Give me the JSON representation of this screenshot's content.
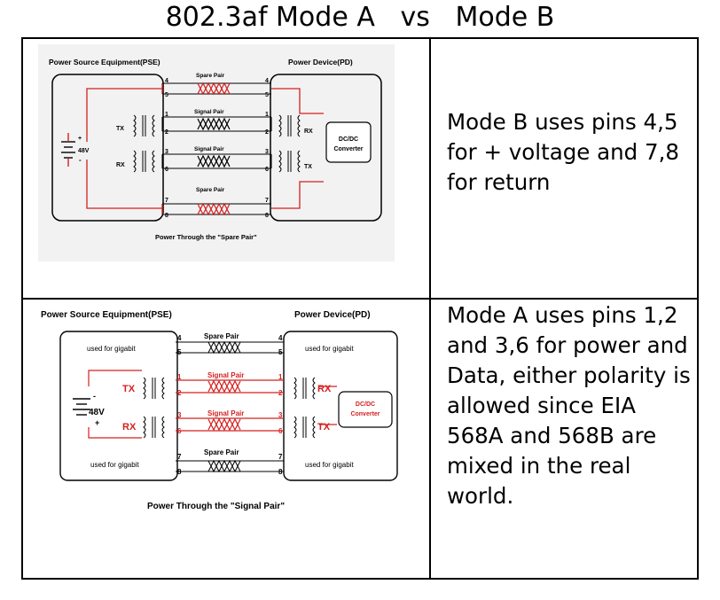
{
  "title": "802.3af Mode A   vs   Mode B",
  "mode_b": {
    "description": "Mode B uses pins 4,5 for + voltage and 7,8 for return",
    "diagram": {
      "pse_label": "Power Source Equipment(PSE)",
      "pd_label": "Power Device(PD)",
      "voltage": "48V",
      "plus": "+",
      "minus": "-",
      "tx_left": "TX",
      "rx_left": "RX",
      "rx_right": "RX",
      "tx_right": "TX",
      "converter_line1": "DC/DC",
      "converter_line2": "Converter",
      "pair_top": "Spare Pair",
      "pair_2": "Signal Pair",
      "pair_3": "Signal Pair",
      "pair_bottom": "Spare Pair",
      "caption": "Power Through the \"Spare Pair\"",
      "pins": [
        "4",
        "5",
        "1",
        "2",
        "3",
        "6",
        "7",
        "8"
      ]
    }
  },
  "mode_a": {
    "description": "Mode A uses pins 1,2 and 3,6 for power and Data, either polarity is allowed since EIA 568A and 568B are mixed in the real world.",
    "diagram": {
      "pse_label": "Power Source Equipment(PSE)",
      "pd_label": "Power Device(PD)",
      "voltage": "48V",
      "plus": "+",
      "minus": "-",
      "tx_left": "TX",
      "rx_left": "RX",
      "rx_right": "RX",
      "tx_right": "TX",
      "converter_line1": "DC/DC",
      "converter_line2": "Converter",
      "pair_top": "Spare Pair",
      "pair_2": "Signal Pair",
      "pair_3": "Signal Pair",
      "pair_bottom": "Spare Pair",
      "gigabit": "used for gigabit",
      "caption": "Power Through the \"Signal Pair\"",
      "pins": [
        "4",
        "5",
        "1",
        "2",
        "3",
        "6",
        "7",
        "8"
      ]
    }
  },
  "colors": {
    "power_wire": "#d42020",
    "line": "#000000",
    "background_b": "#f2f2f2"
  }
}
